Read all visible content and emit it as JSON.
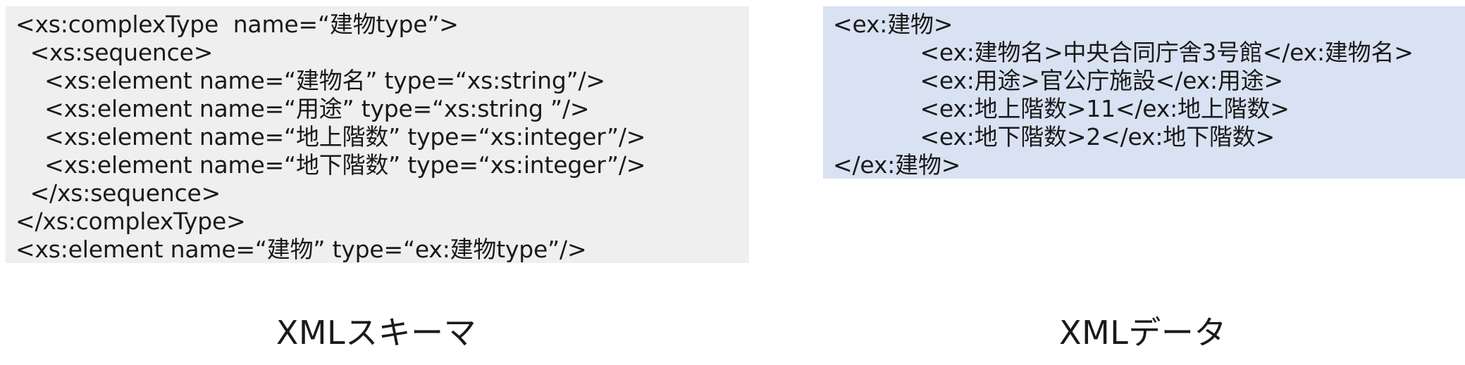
{
  "schema": {
    "caption": "XMLスキーマ",
    "background": "#eeefee",
    "lines": [
      "<xs:complexType  name=“建物type”>",
      "  <xs:sequence>",
      "    <xs:element name=“建物名” type=“xs:string”/>",
      "    <xs:element name=“用途” type=“xs:string ”/>",
      "    <xs:element name=“地上階数” type=“xs:integer”/>",
      "    <xs:element name=“地下階数” type=“xs:integer”/>",
      "  </xs:sequence>",
      "</xs:complexType>",
      "<xs:element name=“建物” type=“ex:建物type”/>"
    ]
  },
  "data": {
    "caption": "XMLデータ",
    "background": "#d9e2f3",
    "lines": [
      "<ex:建物>",
      "            <ex:建物名>中央合同庁舎3号館</ex:建物名>",
      "            <ex:用途>官公庁施設</ex:用途>",
      "            <ex:地上階数>11</ex:地上階数>",
      "            <ex:地下階数>2</ex:地下階数>",
      "</ex:建物>"
    ]
  }
}
